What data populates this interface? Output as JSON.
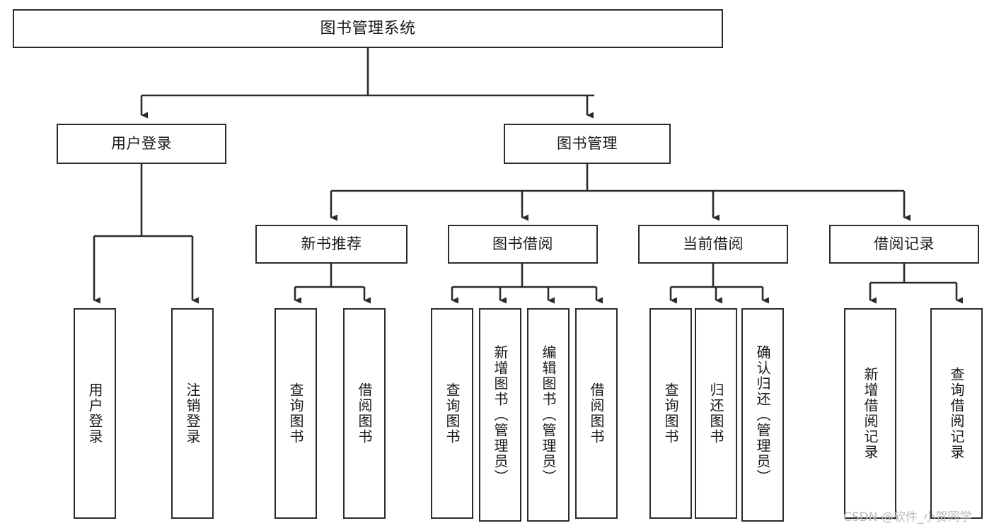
{
  "diagram": {
    "type": "tree-hierarchy",
    "title": "图书管理系统",
    "line_color": "#2b2b2b",
    "box_fill": "#ffffff",
    "text_color": "#1a1a1a",
    "watermark": "CSDN @软件_小贺同学",
    "nodes": {
      "root": {
        "label": "图书管理系统"
      },
      "level1": [
        {
          "label": "用户登录"
        },
        {
          "label": "图书管理"
        }
      ],
      "level2": [
        {
          "label": "新书推荐"
        },
        {
          "label": "图书借阅"
        },
        {
          "label": "当前借阅"
        },
        {
          "label": "借阅记录"
        }
      ],
      "leaves": [
        {
          "label": "用户登录"
        },
        {
          "label": "注销登录"
        },
        {
          "label": "查询图书"
        },
        {
          "label": "借阅图书"
        },
        {
          "label": "查询图书"
        },
        {
          "label": "新增图书（管理员）"
        },
        {
          "label": "编辑图书（管理员）"
        },
        {
          "label": "借阅图书"
        },
        {
          "label": "查询图书"
        },
        {
          "label": "归还图书"
        },
        {
          "label": "确认归还（管理员）"
        },
        {
          "label": "新增借阅记录"
        },
        {
          "label": "查询借阅记录"
        }
      ]
    }
  }
}
